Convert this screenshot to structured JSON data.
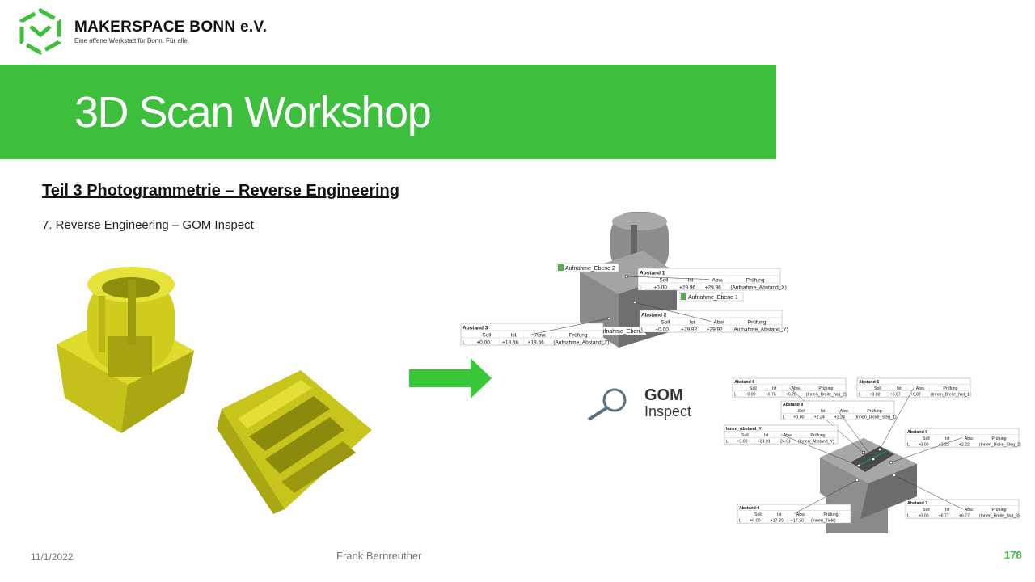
{
  "header": {
    "org_name": "MAKERSPACE BONN e.V.",
    "org_tagline": "Eine offene Werkstatt für Bonn. Für alle."
  },
  "title": "3D Scan Workshop",
  "section": {
    "heading": "Teil 3  Photogrammetrie  – Reverse Engineering",
    "subheading": "7. Reverse Engineering – GOM Inspect"
  },
  "gom_logo": {
    "name": "GOM",
    "sub": "Inspect"
  },
  "inspection_top": {
    "labels": {
      "plane1": "Aufnahme_Ebene 1",
      "plane2": "Aufnahme_Ebene 2",
      "plane3": "Aufnahme_Ebene 3"
    },
    "headers": {
      "soll": "Soll",
      "ist": "Ist",
      "abw": "Abw.",
      "pruefung": "Prüfung"
    },
    "tables": [
      {
        "title": "Abstand 1",
        "soll": "+0.00",
        "ist": "+29.96",
        "abw": "+29.96",
        "pruefung": "(Aufnahme_Abstand_X)"
      },
      {
        "title": "Abstand 2",
        "soll": "+0.00",
        "ist": "+29.92",
        "abw": "+29.92",
        "pruefung": "(Aufnahme_Abstand_Y)"
      },
      {
        "title": "Abstand 3",
        "soll": "+0.00",
        "ist": "+18.66",
        "abw": "+18.66",
        "pruefung": "(Aufnahme_Abstand_Z)"
      }
    ]
  },
  "inspection_bottom": {
    "headers": {
      "soll": "Soll",
      "ist": "Ist",
      "abw": "Abw.",
      "pruefung": "Prüfung"
    },
    "tables": [
      {
        "title": "Abstand 6",
        "soll": "+0.00",
        "ist": "+6.76",
        "abw": "+6.76",
        "pruefung": "(Innen_Breite_Nut_2)"
      },
      {
        "title": "Abstand 5",
        "soll": "+0.00",
        "ist": "+6.87",
        "abw": "+6.87",
        "pruefung": "(Innen_Breite_Nut_1)"
      },
      {
        "title": "Abstand 8",
        "soll": "+0.00",
        "ist": "+2.24",
        "abw": "+2.24",
        "pruefung": "(Innen_Dicke_Steg_1)"
      },
      {
        "title": "Innen_Abstand_Y",
        "soll": "+0.00",
        "ist": "+24.91",
        "abw": "+24.91",
        "pruefung": "(Innen_Abstand_Y)"
      },
      {
        "title": "Abstand 9",
        "soll": "+0.00",
        "ist": "+2.22",
        "abw": "+2.22",
        "pruefung": "(Innen_Dicke_Steg_2)"
      },
      {
        "title": "Abstand 4",
        "soll": "+0.00",
        "ist": "+17.30",
        "abw": "+17.30",
        "pruefung": "(Innen_Tiefe)"
      },
      {
        "title": "Abstand 7",
        "soll": "+0.00",
        "ist": "+6.77",
        "abw": "+6.77",
        "pruefung": "(Innen_Breite_Nut_3)"
      }
    ]
  },
  "footer": {
    "date": "11/1/2022",
    "author": "Frank Bernreuther",
    "page": "178"
  },
  "colors": {
    "accent": "#3dbf3d",
    "scan_yellow": "#d4d21e",
    "model_gray": "#8a8a8a"
  }
}
